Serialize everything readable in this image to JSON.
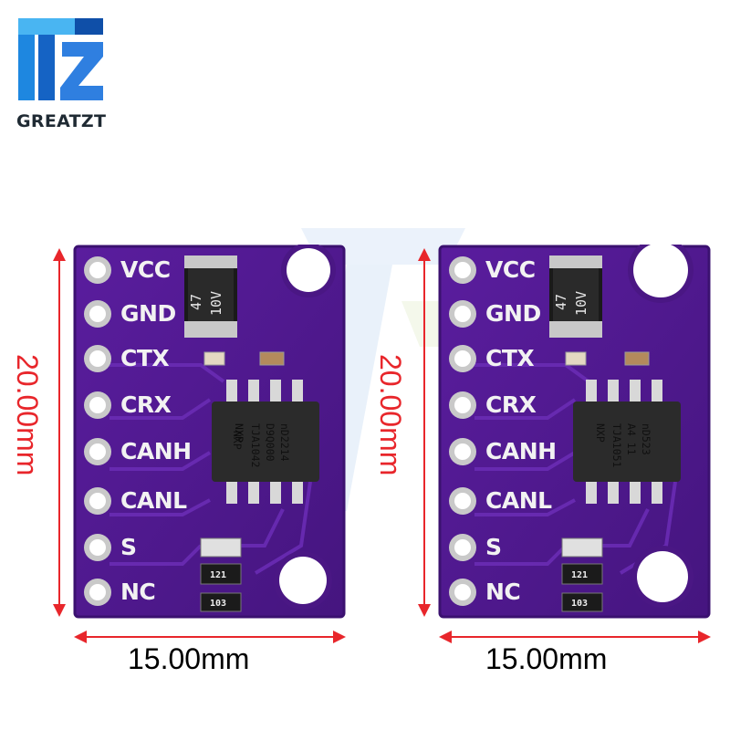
{
  "brand": {
    "name": "GREATZT",
    "logo": "TZ"
  },
  "colors": {
    "pcb": "#4f1a8f",
    "pcb_edge": "#3b1170",
    "dimension_arrow": "#e8262b",
    "logo_blue": "#1d6fd6"
  },
  "boards": [
    {
      "pins": [
        "VCC",
        "GND",
        "CTX",
        "CRX",
        "CANH",
        "CANL",
        "S",
        "NC"
      ],
      "chip_lines": [
        "NXP",
        "TJA1042",
        "D9Q000",
        "nD2214"
      ],
      "capacitor": [
        "47",
        "10V"
      ],
      "resistors": [
        "121",
        "103"
      ],
      "height_label": "20.00mm",
      "width_label": "15.00mm"
    },
    {
      "pins": [
        "VCC",
        "GND",
        "CTX",
        "CRX",
        "CANH",
        "CANL",
        "S",
        "NC"
      ],
      "chip_lines": [
        "NXP",
        "TJA1051",
        "A4 11",
        "nD523"
      ],
      "capacitor": [
        "47",
        "10V"
      ],
      "resistors": [
        "121",
        "103"
      ],
      "height_label": "20.00mm",
      "width_label": "15.00mm"
    }
  ]
}
